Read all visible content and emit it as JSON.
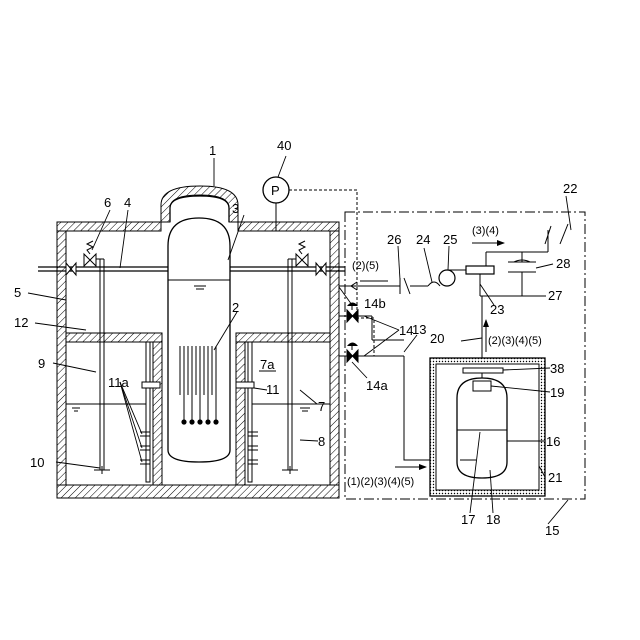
{
  "labels": {
    "l1": "1",
    "l2": "2",
    "l3": "3",
    "l4": "4",
    "l5": "5",
    "l6": "6",
    "l7": "7",
    "l7a": "7a",
    "l8": "8",
    "l9": "9",
    "l10": "10",
    "l11": "11",
    "l11a": "11a",
    "l12": "12",
    "l13": "13",
    "l14": "14",
    "l14a": "14a",
    "l14b": "14b",
    "l15": "15",
    "l16": "16",
    "l17": "17",
    "l18": "18",
    "l19": "19",
    "l20": "20",
    "l21": "21",
    "l22": "22",
    "l23": "23",
    "l24": "24",
    "l25": "25",
    "l26": "26",
    "l27": "27",
    "l28": "28",
    "l38": "38",
    "l40": "40"
  },
  "gauge": "P",
  "flow_labels": {
    "f25": "(2)(5)",
    "f34": "(3)(4)",
    "f2345": "(2)(3)(4)(5)",
    "f12345": "(1)(2)(3)(4)(5)"
  }
}
